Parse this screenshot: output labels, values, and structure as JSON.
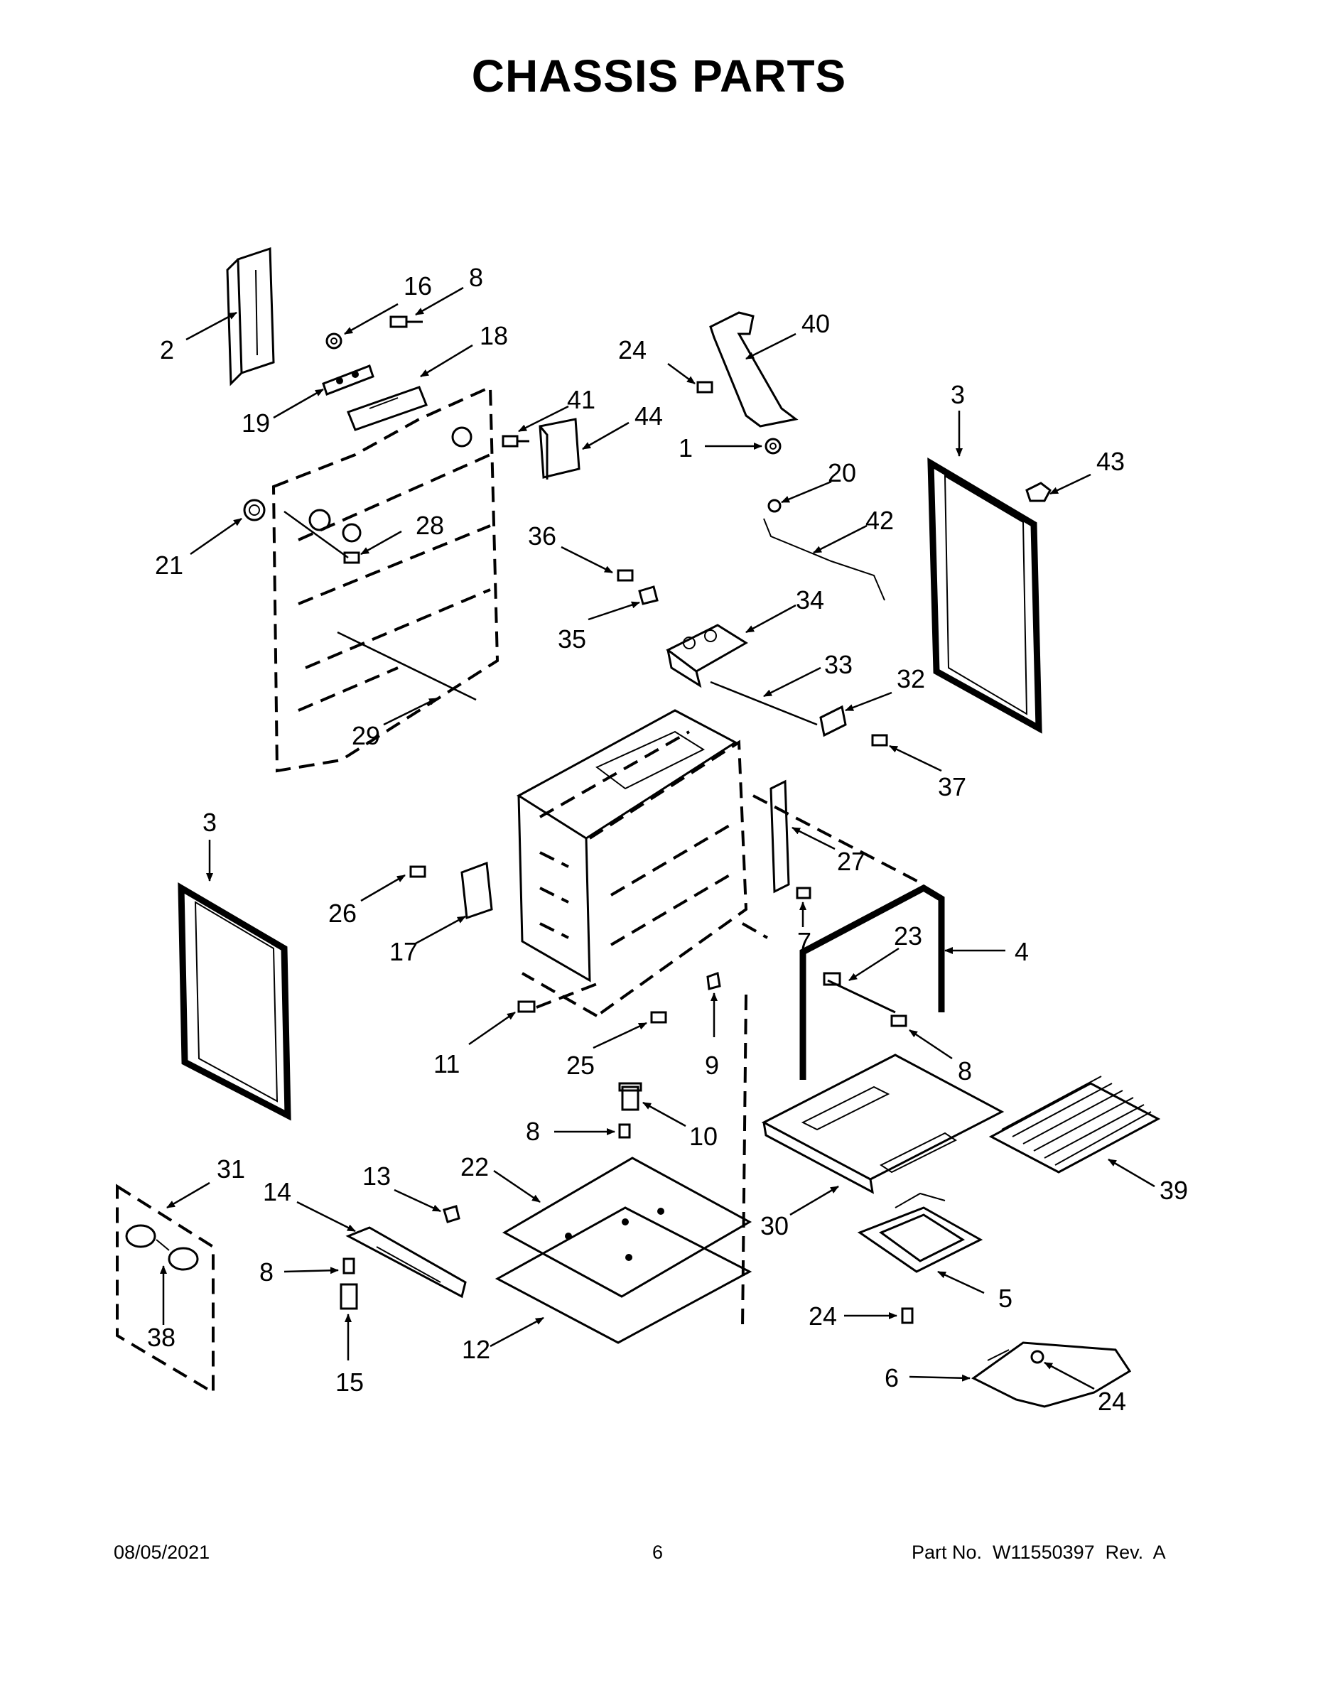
{
  "page": {
    "title": "CHASSIS PARTS",
    "footer": {
      "date": "08/05/2021",
      "page_number": "6",
      "part_info": "Part No.  W11550397  Rev.  A"
    }
  },
  "callouts": [
    {
      "id": "c2",
      "label": "2"
    },
    {
      "id": "c16",
      "label": "16"
    },
    {
      "id": "c8a",
      "label": "8"
    },
    {
      "id": "c18",
      "label": "18"
    },
    {
      "id": "c19",
      "label": "19"
    },
    {
      "id": "c21",
      "label": "21"
    },
    {
      "id": "c28",
      "label": "28"
    },
    {
      "id": "c29",
      "label": "29"
    },
    {
      "id": "c41",
      "label": "41"
    },
    {
      "id": "c44",
      "label": "44"
    },
    {
      "id": "c24a",
      "label": "24"
    },
    {
      "id": "c40",
      "label": "40"
    },
    {
      "id": "c1",
      "label": "1"
    },
    {
      "id": "c20",
      "label": "20"
    },
    {
      "id": "c42",
      "label": "42"
    },
    {
      "id": "c36",
      "label": "36"
    },
    {
      "id": "c35",
      "label": "35"
    },
    {
      "id": "c34",
      "label": "34"
    },
    {
      "id": "c33",
      "label": "33"
    },
    {
      "id": "c32",
      "label": "32"
    },
    {
      "id": "c37",
      "label": "37"
    },
    {
      "id": "c3a",
      "label": "3"
    },
    {
      "id": "c43",
      "label": "43"
    },
    {
      "id": "c3b",
      "label": "3"
    },
    {
      "id": "c26",
      "label": "26"
    },
    {
      "id": "c17",
      "label": "17"
    },
    {
      "id": "c27",
      "label": "27"
    },
    {
      "id": "c7",
      "label": "7"
    },
    {
      "id": "c23",
      "label": "23"
    },
    {
      "id": "c4",
      "label": "4"
    },
    {
      "id": "c11",
      "label": "11"
    },
    {
      "id": "c25",
      "label": "25"
    },
    {
      "id": "c9",
      "label": "9"
    },
    {
      "id": "c8b",
      "label": "8"
    },
    {
      "id": "c10",
      "label": "10"
    },
    {
      "id": "c8c",
      "label": "8"
    },
    {
      "id": "c22",
      "label": "22"
    },
    {
      "id": "c30",
      "label": "30"
    },
    {
      "id": "c39",
      "label": "39"
    },
    {
      "id": "c31",
      "label": "31"
    },
    {
      "id": "c14",
      "label": "14"
    },
    {
      "id": "c13",
      "label": "13"
    },
    {
      "id": "c8d",
      "label": "8"
    },
    {
      "id": "c38",
      "label": "38"
    },
    {
      "id": "c15",
      "label": "15"
    },
    {
      "id": "c12",
      "label": "12"
    },
    {
      "id": "c5",
      "label": "5"
    },
    {
      "id": "c24b",
      "label": "24"
    },
    {
      "id": "c6",
      "label": "6"
    },
    {
      "id": "c24c",
      "label": "24"
    }
  ]
}
